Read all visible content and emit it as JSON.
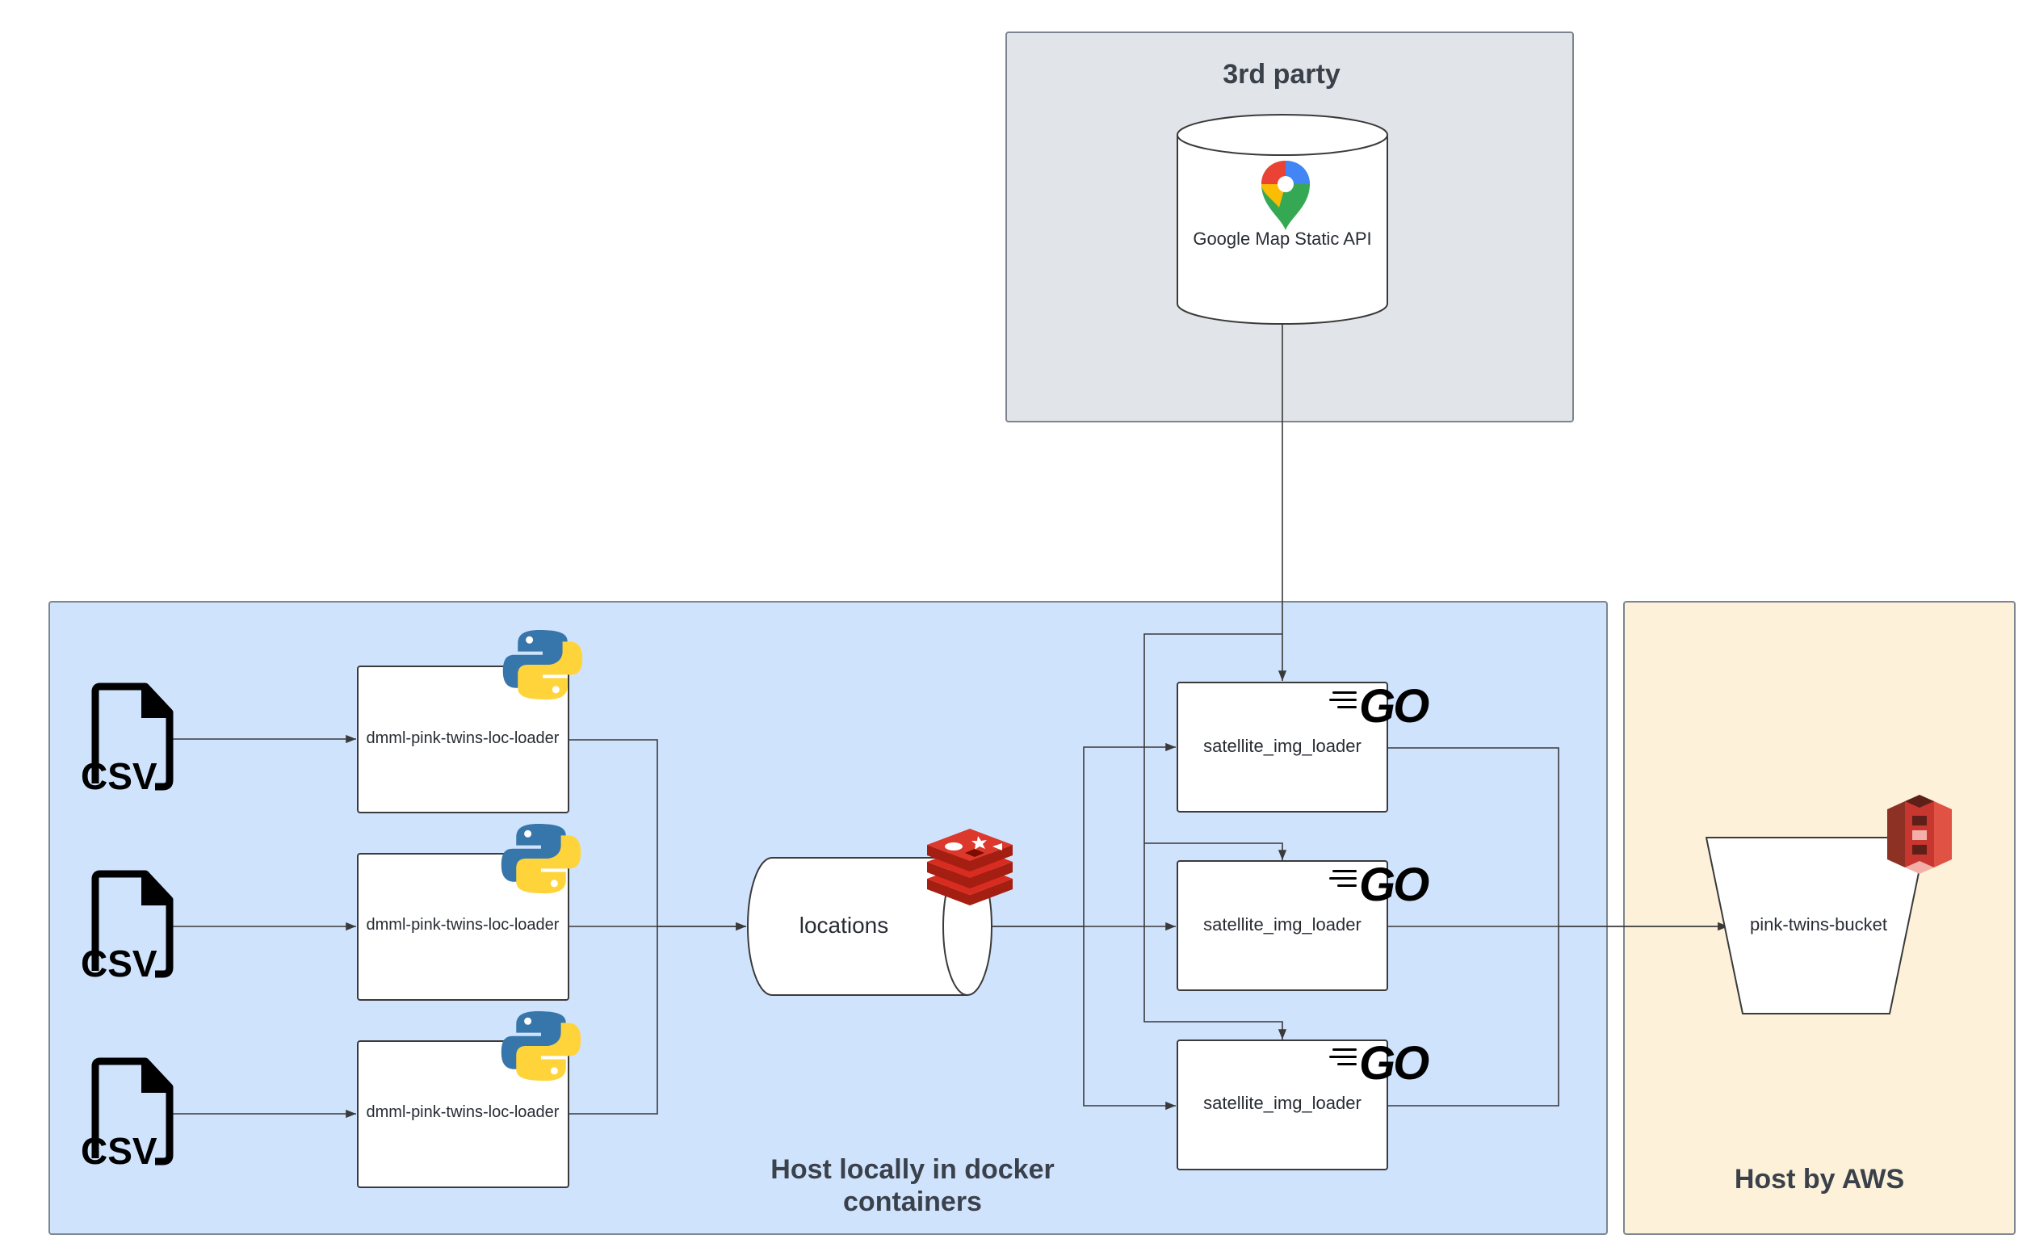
{
  "groups": {
    "third_party": {
      "title": "3rd party"
    },
    "local": {
      "title_line1": "Host locally in docker",
      "title_line2": "containers"
    },
    "aws": {
      "title": "Host by AWS"
    }
  },
  "nodes": {
    "google_api": {
      "label": "Google Map Static API",
      "icon": "google-maps-pin-icon"
    },
    "csv_icon_text": "CSV",
    "loaders": [
      {
        "label": "dmml-pink-twins-loc-loader",
        "icon": "python-icon"
      },
      {
        "label": "dmml-pink-twins-loc-loader",
        "icon": "python-icon"
      },
      {
        "label": "dmml-pink-twins-loc-loader",
        "icon": "python-icon"
      }
    ],
    "locations": {
      "label": "locations",
      "icon": "redis-icon"
    },
    "sat_loaders": [
      {
        "label": "satellite_img_loader",
        "icon": "go-icon",
        "icon_text": "GO"
      },
      {
        "label": "satellite_img_loader",
        "icon": "go-icon",
        "icon_text": "GO"
      },
      {
        "label": "satellite_img_loader",
        "icon": "go-icon",
        "icon_text": "GO"
      }
    ],
    "bucket": {
      "label": "pink-twins-bucket",
      "icon": "aws-s3-icon"
    }
  },
  "colors": {
    "third_party_bg": "#e1e4e8",
    "local_bg": "#d0e3fd",
    "aws_bg": "#fdf2d9",
    "python_blue": "#3776ab",
    "python_yellow": "#ffd43b",
    "redis_red": "#d82c20",
    "s3_red": "#c7372f"
  }
}
